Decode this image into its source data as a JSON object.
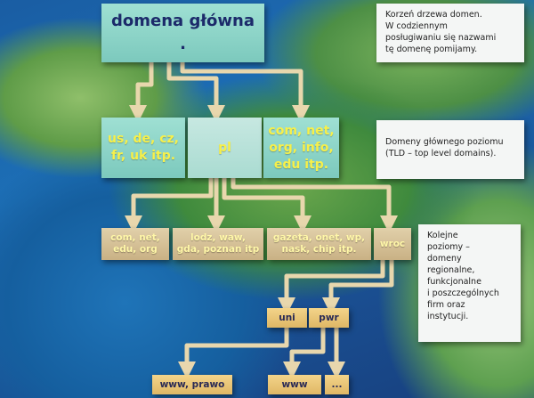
{
  "root": {
    "line1": "domena główna",
    "line2": "."
  },
  "tld": [
    {
      "lines": [
        "us, de, cz,",
        "fr, uk itp."
      ]
    },
    {
      "lines": [
        "pl"
      ]
    },
    {
      "lines": [
        "com, net,",
        "org, info,",
        "edu itp."
      ]
    }
  ],
  "second_level": [
    {
      "lines": [
        "com, net,",
        "edu, org"
      ]
    },
    {
      "lines": [
        "lodz, waw,",
        "gda, poznan itp"
      ]
    },
    {
      "lines": [
        "gazeta, onet, wp,",
        "nask, chip itp."
      ]
    },
    {
      "lines": [
        "wroc"
      ]
    }
  ],
  "third_level": [
    {
      "label": "uni"
    },
    {
      "label": "pwr"
    }
  ],
  "fourth_level": [
    {
      "label": "www, prawo"
    },
    {
      "label": "www"
    },
    {
      "label": "..."
    }
  ],
  "notes": {
    "root_note": [
      "Korzeń drzewa domen.",
      "W codziennym",
      "posługiwaniu się nazwami",
      "tę domenę pomijamy."
    ],
    "tld_note": [
      "Domeny głównego poziomu",
      "(TLD – top level domains)."
    ],
    "lower_note": [
      "Kolejne",
      "poziomy –",
      "domeny",
      "regionalne,",
      "funkcjonalne",
      "i poszczególnych",
      "firm oraz",
      "instytucji."
    ]
  },
  "colors": {
    "connector": "#e8d7ad",
    "teal_box": "#8fd6c8",
    "tan_box": "#d8c196",
    "gold_box": "#ebc677",
    "yellow_text": "#f7f04a"
  }
}
